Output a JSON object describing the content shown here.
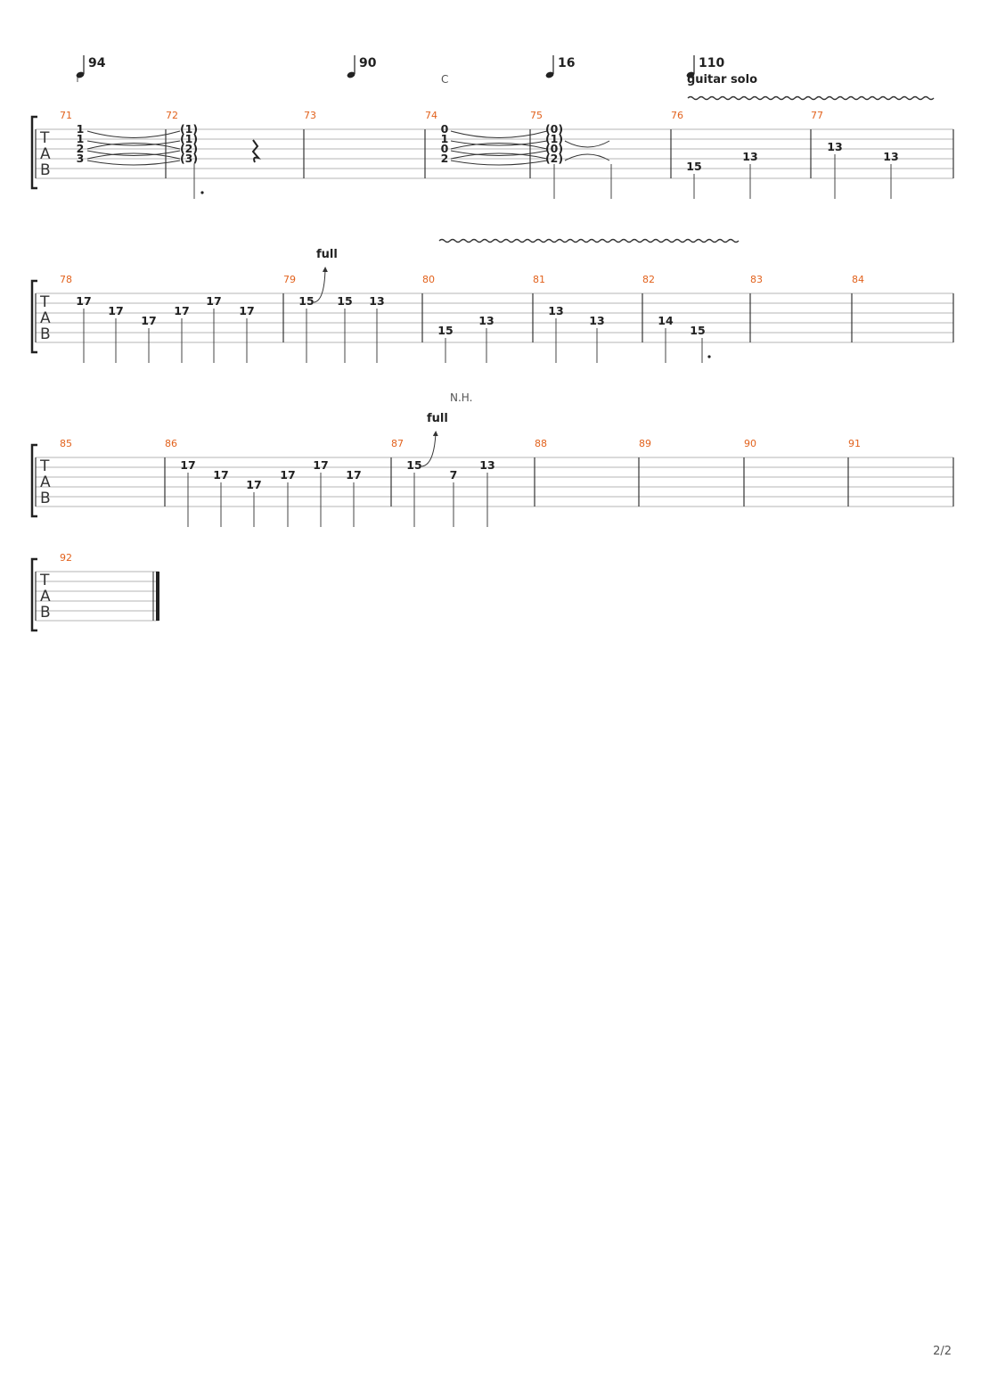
{
  "tempos": [
    "94",
    "90",
    "16",
    "110"
  ],
  "section_marker": "C",
  "section_label": "guitar solo",
  "natural_harmonic": "N.H.",
  "bend_labels": [
    "full",
    "full"
  ],
  "tab_clef": [
    "T",
    "A",
    "B"
  ],
  "measure_numbers": [
    "71",
    "72",
    "73",
    "74",
    "75",
    "76",
    "77",
    "78",
    "79",
    "80",
    "81",
    "82",
    "83",
    "84",
    "85",
    "86",
    "87",
    "88",
    "89",
    "90",
    "91",
    "92"
  ],
  "measures_row1": [
    {
      "number": "71",
      "chord": [
        "1",
        "1",
        "2",
        "3"
      ]
    },
    {
      "number": "72",
      "chord": [
        "(1)",
        "(1)",
        "(2)",
        "(3)"
      ]
    },
    {
      "number": "73"
    },
    {
      "number": "74",
      "chord": [
        "0",
        "1",
        "0",
        "2"
      ]
    },
    {
      "number": "75",
      "chord": [
        "(0)",
        "(1)",
        "(0)",
        "(2)"
      ]
    },
    {
      "number": "76",
      "notes": [
        "15",
        "13"
      ]
    },
    {
      "number": "77",
      "notes": [
        "13",
        "13"
      ]
    }
  ],
  "measures_row2": [
    {
      "number": "78",
      "notes": [
        "17",
        "17",
        "17",
        "17",
        "17",
        "17"
      ]
    },
    {
      "number": "79",
      "notes": [
        "15",
        "15",
        "13"
      ]
    },
    {
      "number": "80",
      "notes": [
        "15",
        "13"
      ]
    },
    {
      "number": "81",
      "notes": [
        "13",
        "13"
      ]
    },
    {
      "number": "82",
      "notes": [
        "14",
        "15"
      ]
    },
    {
      "number": "83"
    },
    {
      "number": "84"
    }
  ],
  "measures_row3": [
    {
      "number": "85"
    },
    {
      "number": "86",
      "notes": [
        "17",
        "17",
        "17",
        "17",
        "17",
        "17"
      ]
    },
    {
      "number": "87",
      "notes": [
        "15",
        "7",
        "13"
      ]
    },
    {
      "number": "88"
    },
    {
      "number": "89"
    },
    {
      "number": "90"
    },
    {
      "number": "91"
    }
  ],
  "measures_row4": [
    {
      "number": "92"
    }
  ],
  "page_number": "2/2"
}
